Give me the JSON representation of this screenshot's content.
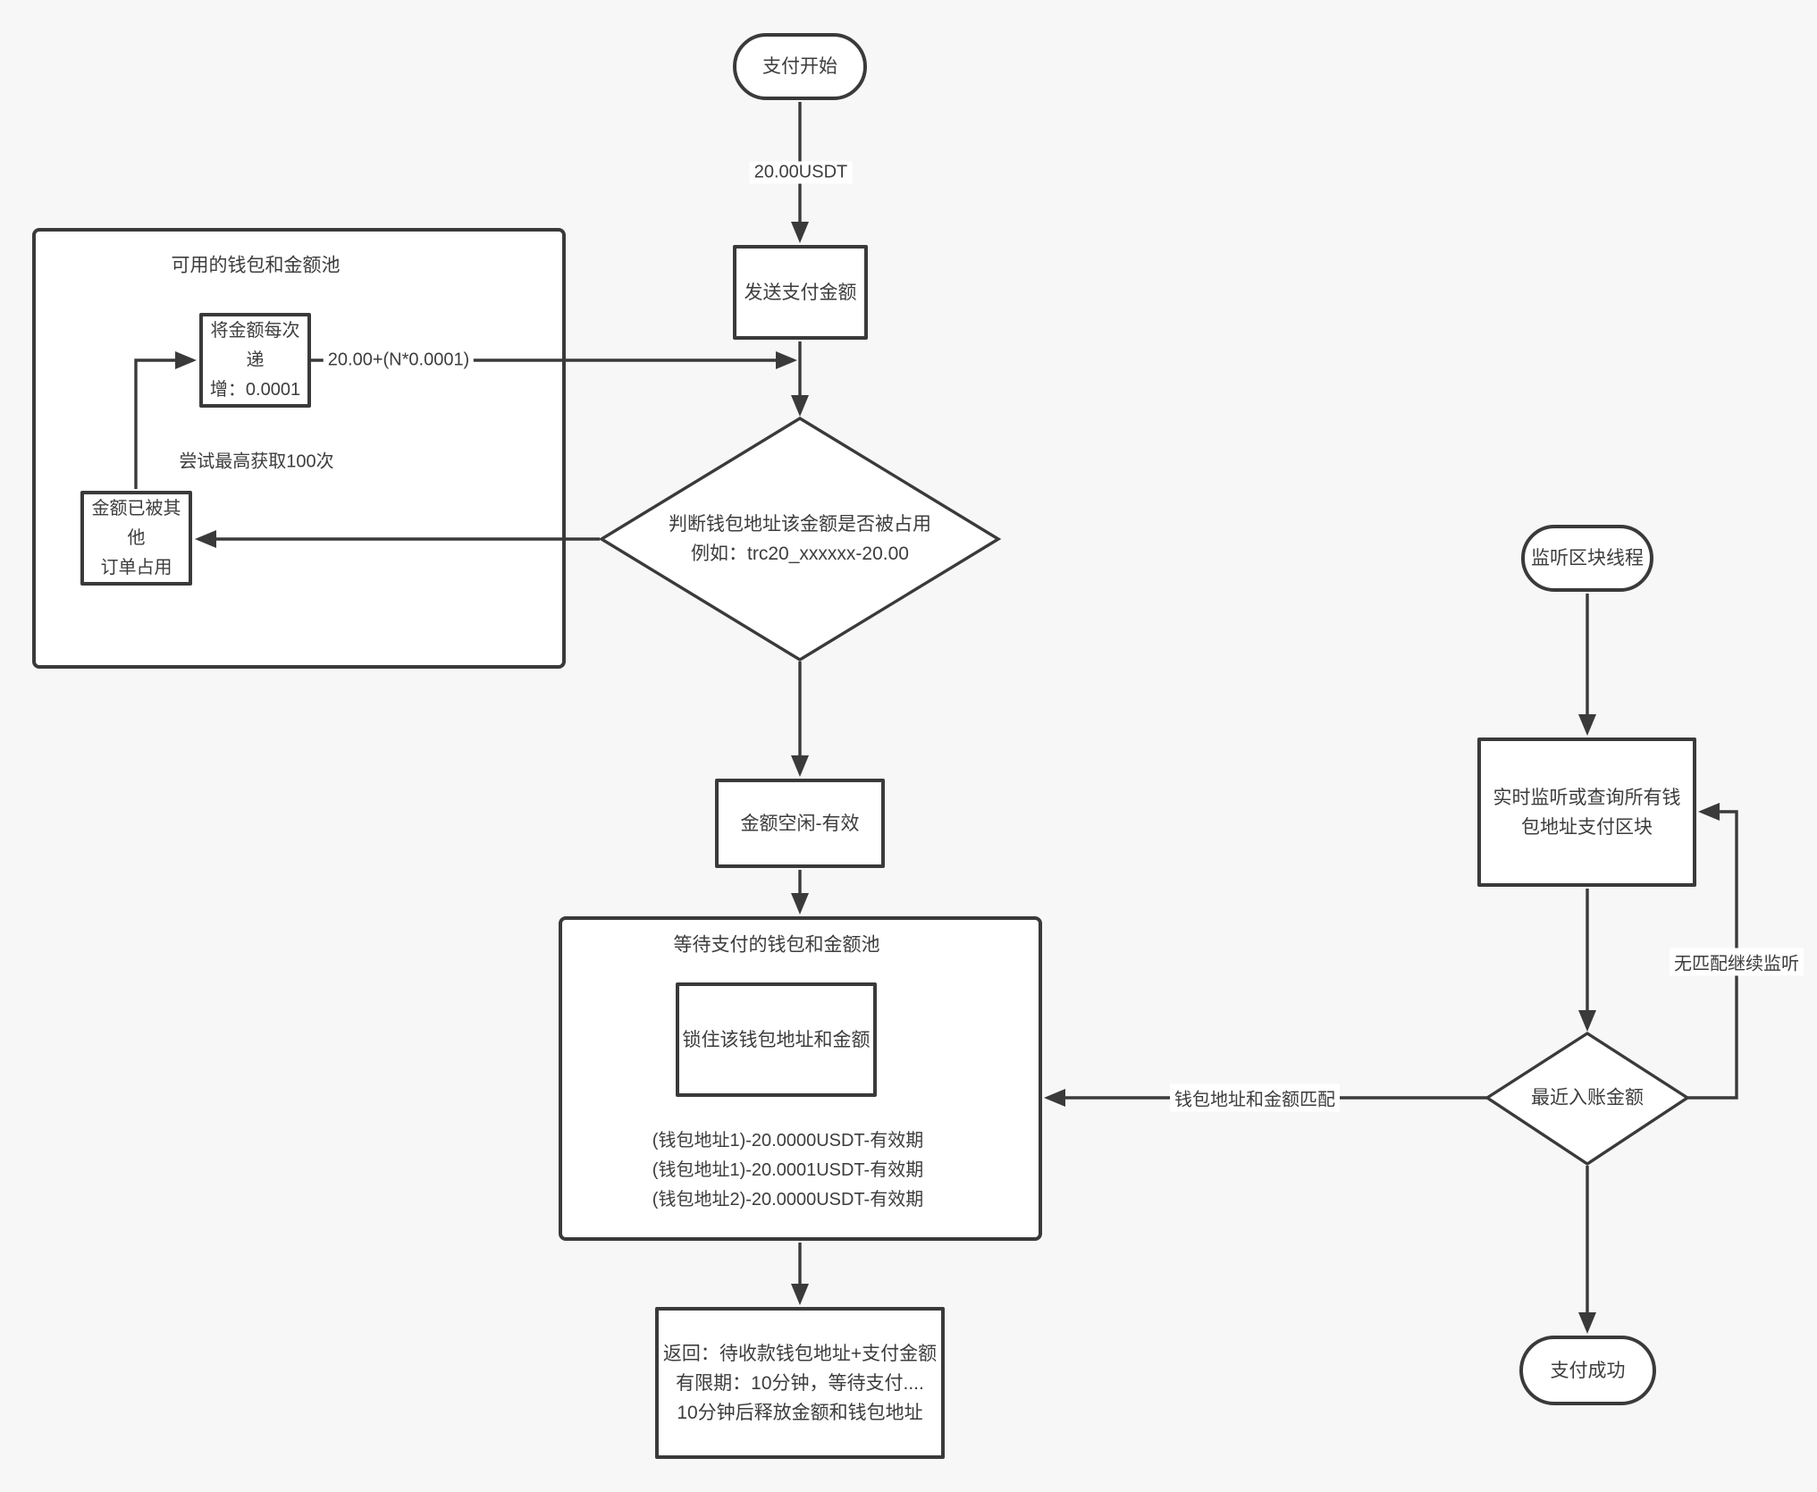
{
  "palette": {
    "background": "#f7f7f7",
    "shape_fill": "#ffffff",
    "stroke": "#3a3a3a",
    "text": "#3d3d3d"
  },
  "nodes": {
    "start": {
      "label": "支付开始"
    },
    "send_amount": {
      "label": "发送支付金额"
    },
    "available_pool": {
      "title": "可用的钱包和金额池",
      "increment_label": "将金额每次递\n增：0.0001",
      "retry_note": "尝试最高获取100次",
      "occupied_label": "金额已被其他\n订单占用"
    },
    "occupied_decision": {
      "label": "判断钱包地址该金额是否被占用\n例如：trc20_xxxxxx-20.00"
    },
    "amount_valid": {
      "label": "金额空闲-有效"
    },
    "waiting_pool": {
      "title": "等待支付的钱包和金额池",
      "lock_label": "锁住该钱包地址和金额",
      "entries": [
        "(钱包地址1)-20.0000USDT-有效期",
        "(钱包地址1)-20.0001USDT-有效期",
        "(钱包地址2)-20.0000USDT-有效期"
      ]
    },
    "return_box": {
      "label": "返回：待收款钱包地址+支付金额\n有限期：10分钟，等待支付....\n10分钟后释放金额和钱包地址"
    },
    "listen_thread": {
      "label": "监听区块线程"
    },
    "monitor_block": {
      "label": "实时监听或查询所有钱\n包地址支付区块"
    },
    "recent_amount": {
      "label": "最近入账金额"
    },
    "success": {
      "label": "支付成功"
    }
  },
  "edge_labels": {
    "initial_amount": "20.00USDT",
    "increment_formula": "20.00+(N*0.0001)",
    "match": "钱包地址和金额匹配",
    "no_match": "无匹配继续监听"
  }
}
